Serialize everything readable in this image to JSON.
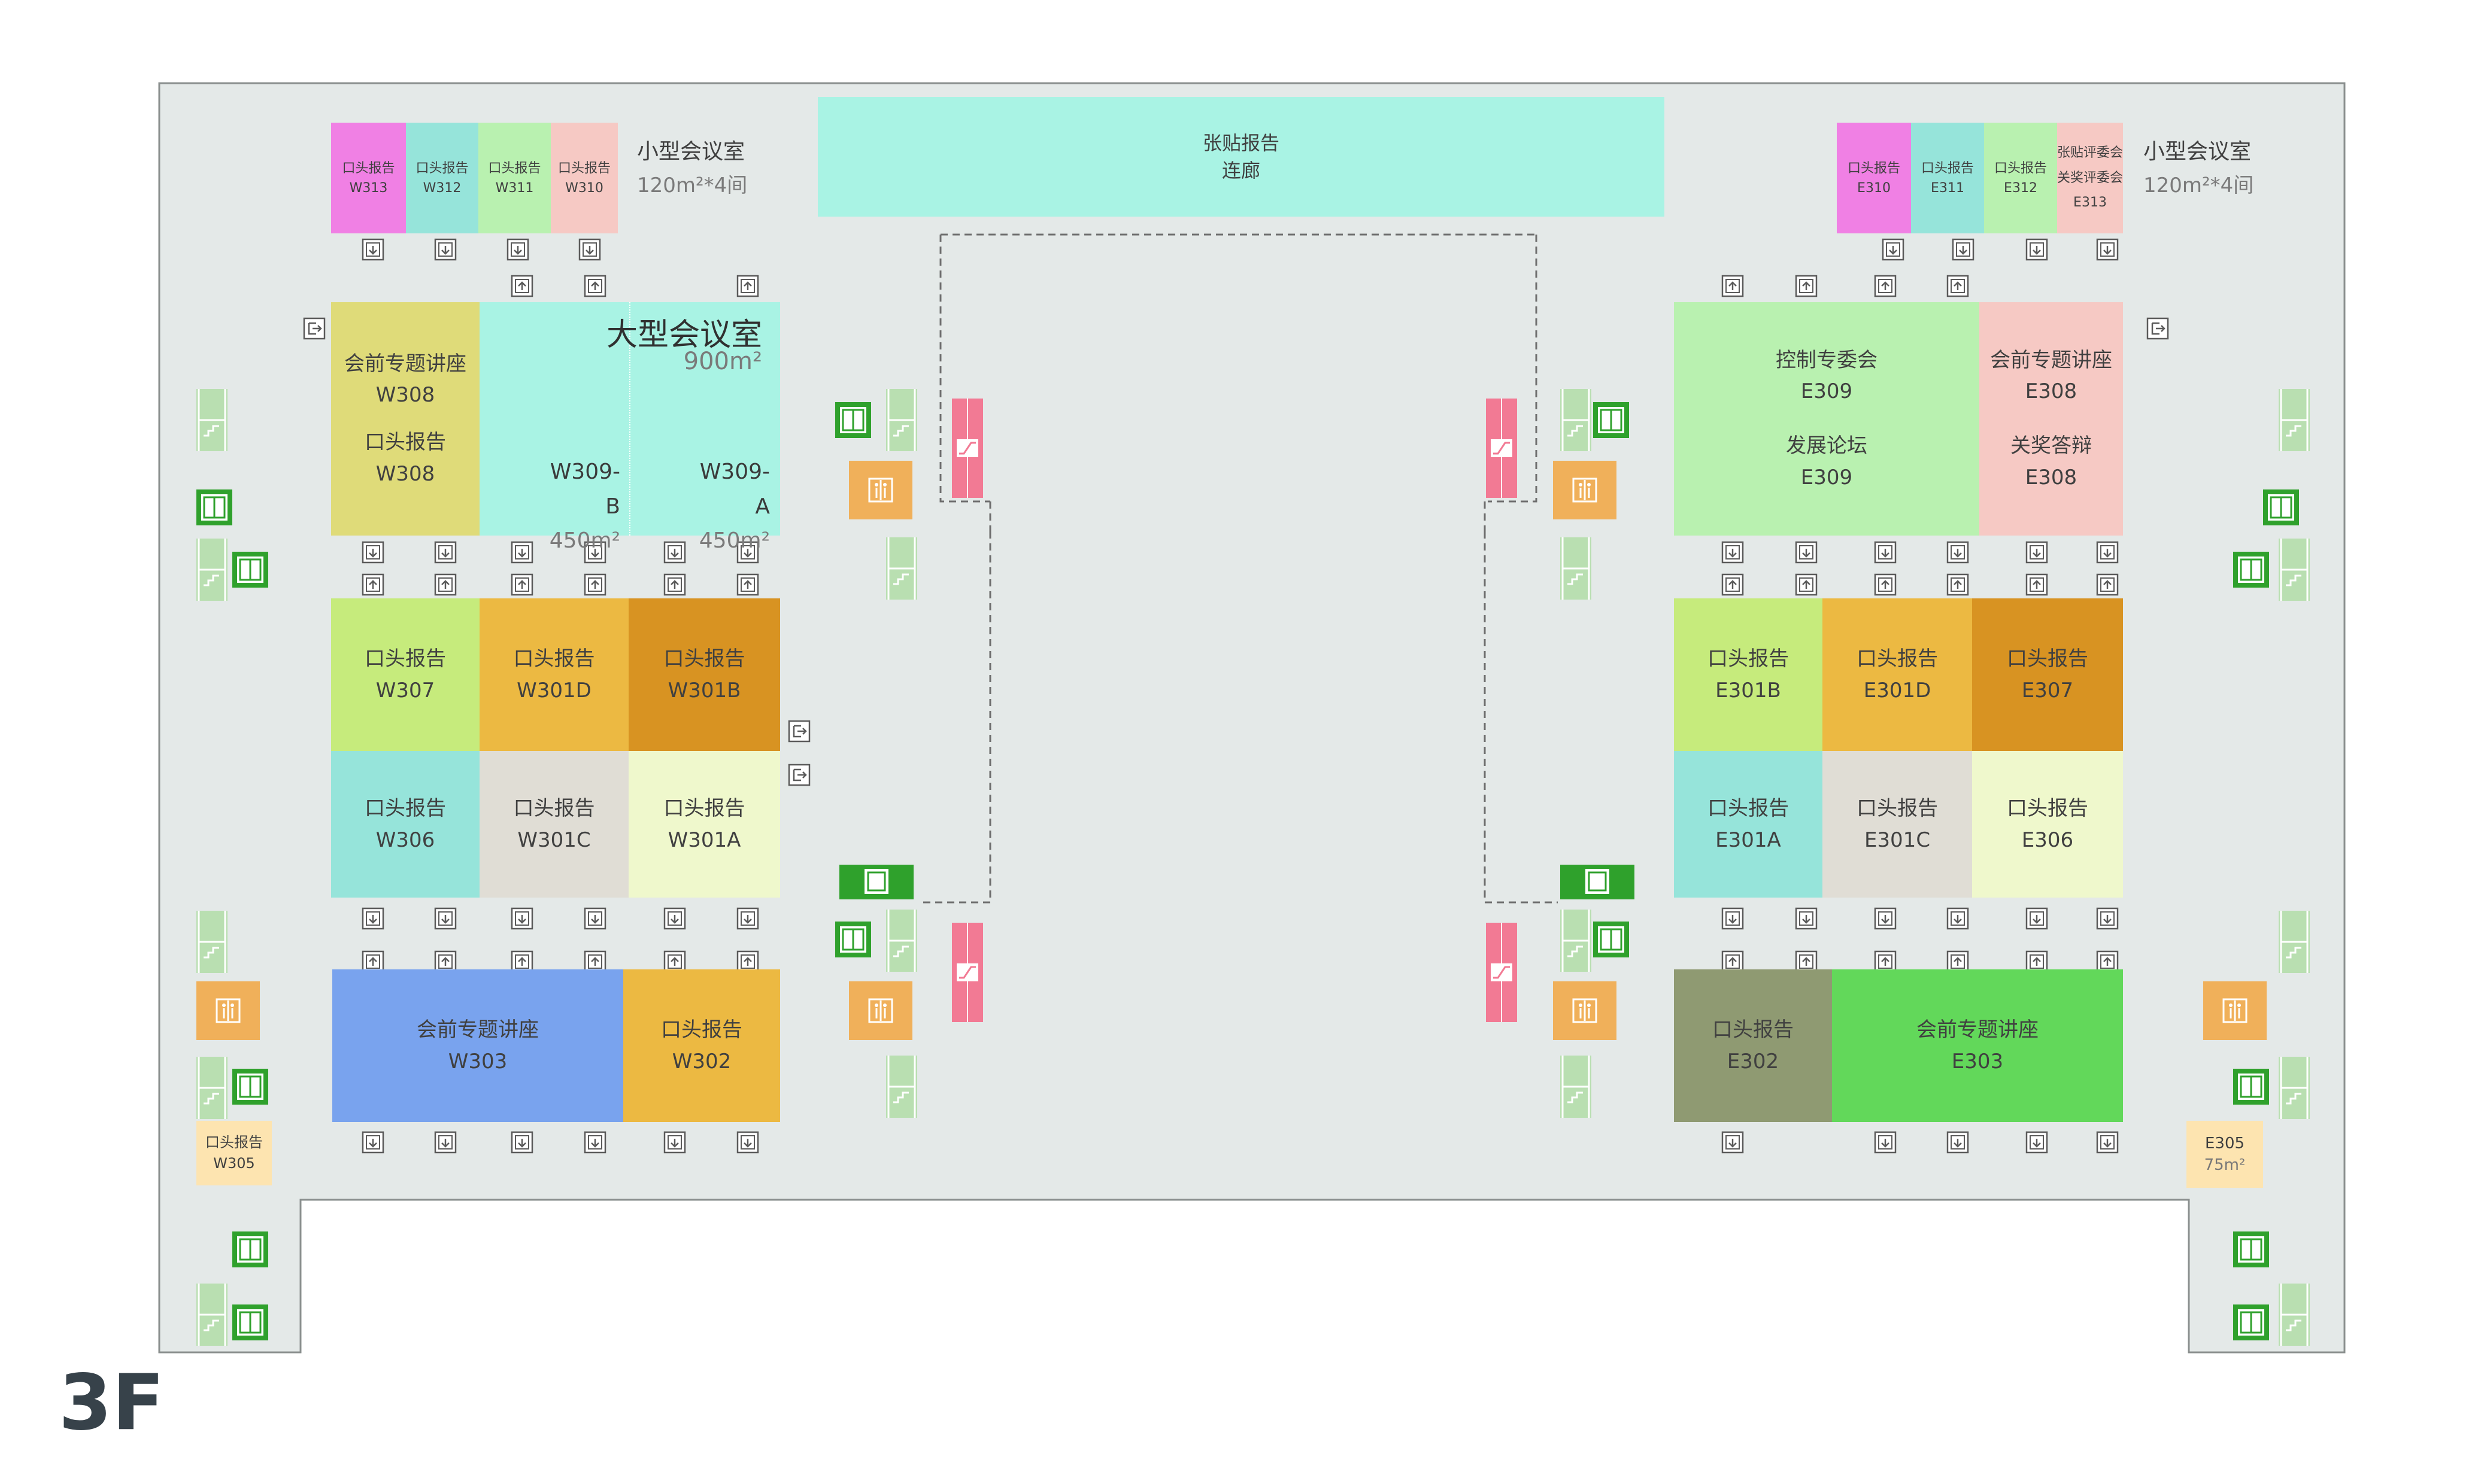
{
  "floor_label": "3F",
  "colors": {
    "floor": "#e4e9e8",
    "floor_outline": "#8a8f8e",
    "corridor_line": "#6e6e6e",
    "stair_green": "#2fa12c",
    "restroom_orange": "#f0b05a",
    "escalator_pink": "#f27a94",
    "elevator_icon_border": "#5a5a5a"
  },
  "poster_gallery": {
    "line1": "张贴报告",
    "line2": "连廊"
  },
  "west": {
    "small_rooms_group": {
      "name": "小型会议室",
      "area": "120m²*4间"
    },
    "small_rooms": [
      {
        "l1": "口头报告",
        "l2": "W313"
      },
      {
        "l1": "口头报告",
        "l2": "W312"
      },
      {
        "l1": "口头报告",
        "l2": "W311"
      },
      {
        "l1": "口头报告",
        "l2": "W310"
      }
    ],
    "w308": {
      "l1": "会前专题讲座",
      "l2": "W308",
      "l3": "口头报告",
      "l4": "W308"
    },
    "large_hall": {
      "title": "大型会议室",
      "area": "900m²",
      "halls": [
        {
          "code": "W309-B",
          "area": "450m²"
        },
        {
          "code": "W309-A",
          "area": "450m²"
        }
      ]
    },
    "rooms": [
      {
        "l1": "口头报告",
        "l2": "W307"
      },
      {
        "l1": "口头报告",
        "l2": "W301D"
      },
      {
        "l1": "口头报告",
        "l2": "W301B"
      },
      {
        "l1": "口头报告",
        "l2": "W306"
      },
      {
        "l1": "口头报告",
        "l2": "W301C"
      },
      {
        "l1": "口头报告",
        "l2": "W301A"
      },
      {
        "l1": "会前专题讲座",
        "l2": "W303"
      },
      {
        "l1": "口头报告",
        "l2": "W302"
      }
    ],
    "w305": {
      "l1": "口头报告",
      "l2": "W305"
    }
  },
  "east": {
    "small_rooms_group": {
      "name": "小型会议室",
      "area": "120m²*4间"
    },
    "small_rooms": [
      {
        "l1": "口头报告",
        "l2": "E310"
      },
      {
        "l1": "口头报告",
        "l2": "E311"
      },
      {
        "l1": "口头报告",
        "l2": "E312"
      },
      {
        "l1": "张贴评委会",
        "l2": "关奖评委会",
        "l3": "E313"
      }
    ],
    "e309": {
      "l1": "控制专委会",
      "l2": "E309",
      "l3": "发展论坛",
      "l4": "E309"
    },
    "e308": {
      "l1": "会前专题讲座",
      "l2": "E308",
      "l3": "关奖答辩",
      "l4": "E308"
    },
    "rooms": [
      {
        "l1": "口头报告",
        "l2": "E301B"
      },
      {
        "l1": "口头报告",
        "l2": "E301D"
      },
      {
        "l1": "口头报告",
        "l2": "E307"
      },
      {
        "l1": "口头报告",
        "l2": "E301A"
      },
      {
        "l1": "口头报告",
        "l2": "E301C"
      },
      {
        "l1": "口头报告",
        "l2": "E306"
      },
      {
        "l1": "口头报告",
        "l2": "E302"
      },
      {
        "l1": "会前专题讲座",
        "l2": "E303"
      }
    ],
    "e305": {
      "code": "E305",
      "area": "75m²"
    }
  }
}
